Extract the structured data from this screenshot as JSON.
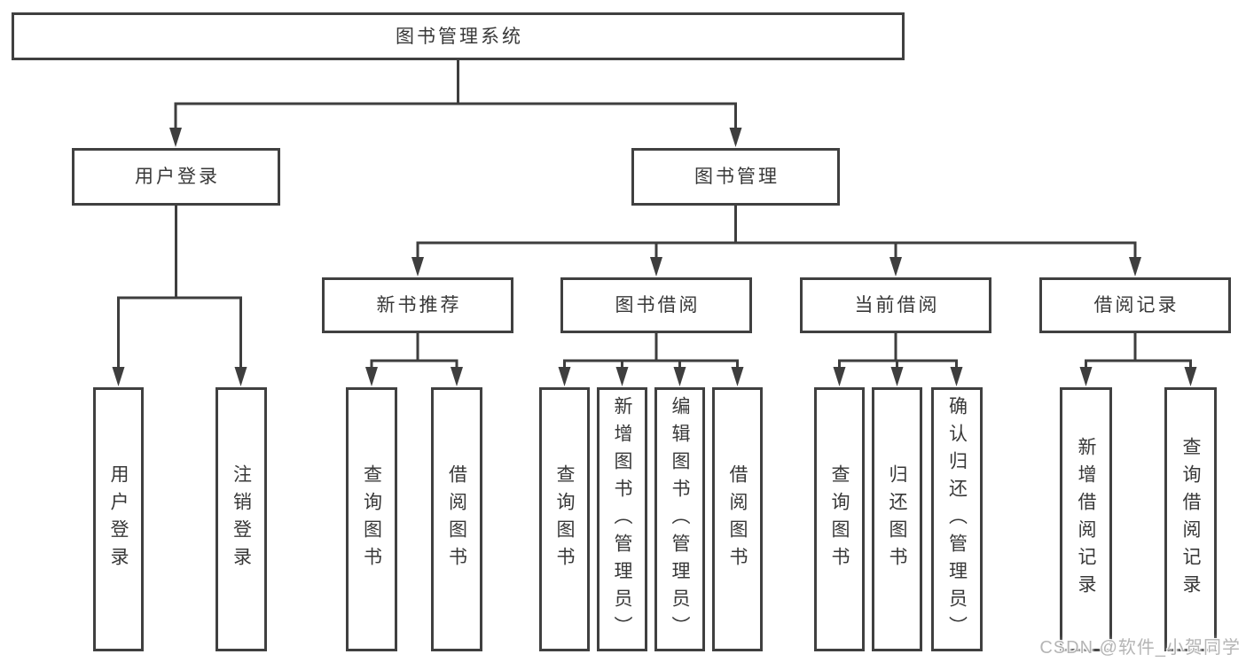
{
  "diagram": {
    "root": {
      "label": "图书管理系统",
      "children": [
        {
          "label": "用户登录",
          "children": [
            {
              "label": "用户登录"
            },
            {
              "label": "注销登录"
            }
          ]
        },
        {
          "label": "图书管理",
          "children": [
            {
              "label": "新书推荐",
              "children": [
                {
                  "label": "查询图书"
                },
                {
                  "label": "借阅图书"
                }
              ]
            },
            {
              "label": "图书借阅",
              "children": [
                {
                  "label": "查询图书"
                },
                {
                  "label": "新增图书（管理员）"
                },
                {
                  "label": "编辑图书（管理员）"
                },
                {
                  "label": "借阅图书"
                }
              ]
            },
            {
              "label": "当前借阅",
              "children": [
                {
                  "label": "查询图书"
                },
                {
                  "label": "归还图书"
                },
                {
                  "label": "确认归还（管理员）"
                }
              ]
            },
            {
              "label": "借阅记录",
              "children": [
                {
                  "label": "新增借阅记录"
                },
                {
                  "label": "查询借阅记录"
                }
              ]
            }
          ]
        }
      ]
    }
  },
  "watermark": {
    "text": "CSDN @软件_小贺同学"
  },
  "colors": {
    "line": "#3e3e3e",
    "border": "#404040",
    "text": "#383838",
    "watermark_text": "#b5b5b5",
    "background": "#ffffff"
  }
}
